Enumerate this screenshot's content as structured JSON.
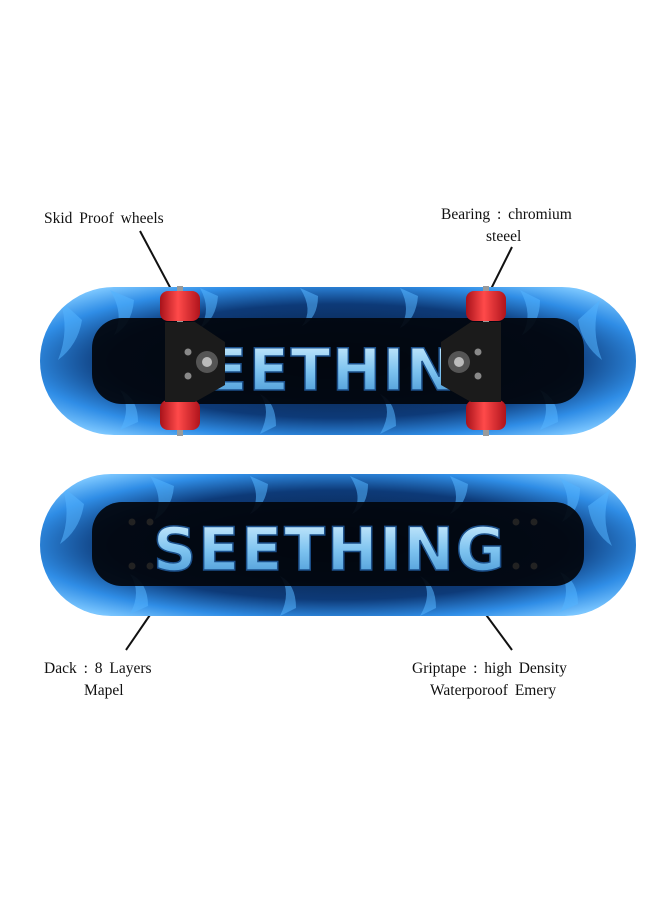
{
  "brand_text": "SEETHING",
  "labels": {
    "wheels": "Skid Proof wheels",
    "bearing_line1": "Bearing : chromium",
    "bearing_line2": "steeel",
    "deck_line1": "Dack : 8 Layers",
    "deck_line2": "Mapel",
    "griptape_line1": "Griptape : high Density",
    "griptape_line2": "Waterporoof Emery"
  },
  "colors": {
    "flame": "#3a9bf0",
    "flame_bright": "#9fd8ff",
    "deck_core": "#02050c",
    "wheel": "#e0262a",
    "truck": "#1b1b1b",
    "text_fill": "#8fd0f5"
  }
}
